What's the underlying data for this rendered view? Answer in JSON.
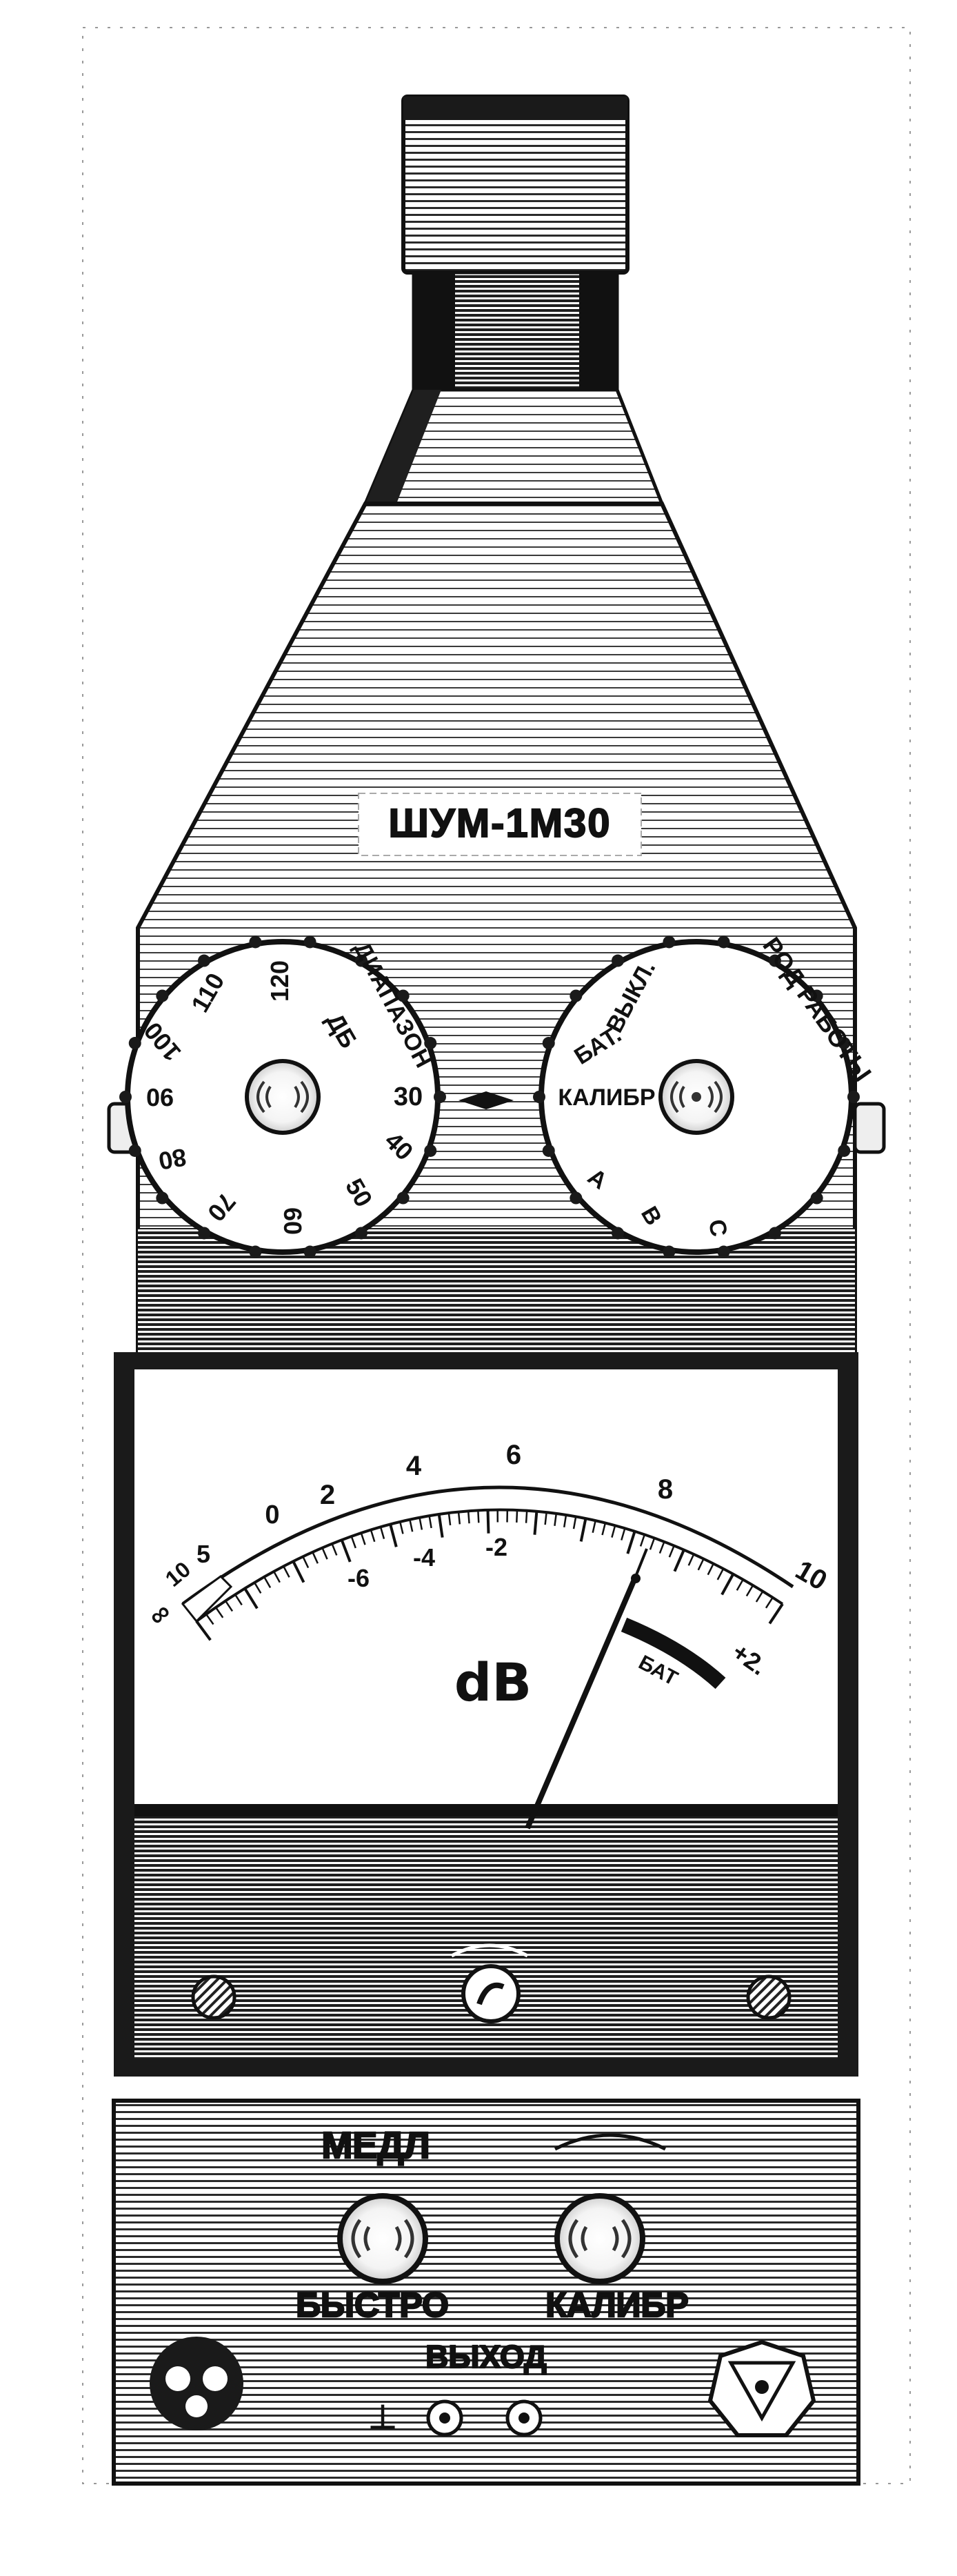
{
  "device": {
    "model_label": "ШУМ-1М30"
  },
  "range_dial": {
    "numbers": [
      "110",
      "120",
      "100",
      "90",
      "80",
      "70",
      "60",
      "50",
      "40",
      "30"
    ],
    "arc_label": "ДИАПАЗОН",
    "inner_label": "ДБ"
  },
  "mode_dial": {
    "arc_label": "РОД РАБОТЫ",
    "positions": [
      "ВЫКЛ.",
      "БАТ.",
      "КАЛИБР",
      "А",
      "В",
      "С"
    ]
  },
  "meter": {
    "upper_ticks": [
      "∞",
      "10",
      "5",
      "0",
      "2",
      "4",
      "6",
      "8",
      "10"
    ],
    "lower_ticks": [
      "-6",
      "-4",
      "-2"
    ],
    "unit_label": "dB",
    "battery_label": "БАТ",
    "plus_label": "+2."
  },
  "lower_panel": {
    "slow_label": "МЕДЛ",
    "fast_label": "БЫСТРО",
    "calib_label": "КАЛИБР",
    "output_label": "ВЫХОД",
    "ground_symbol": "⊥"
  },
  "colors": {
    "ink": "#1a1a1a",
    "paper": "#ffffff"
  }
}
